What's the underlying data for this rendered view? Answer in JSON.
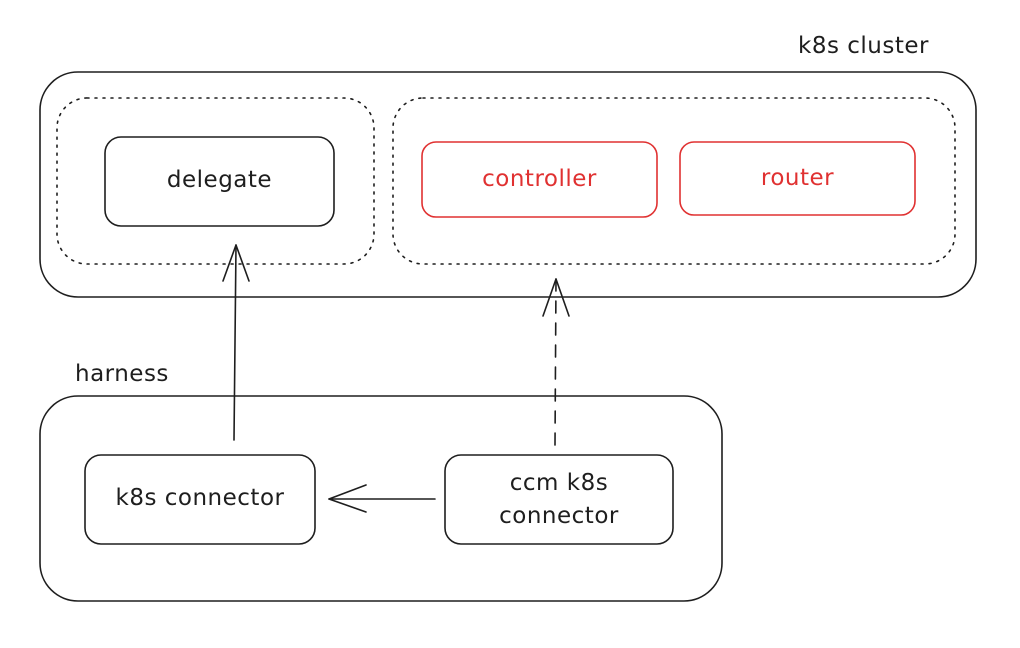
{
  "colors": {
    "stroke": "#1e1e1e",
    "accent": "#e03131",
    "background": "#ffffff"
  },
  "groups": {
    "k8s_cluster": {
      "label": "k8s cluster"
    },
    "harness": {
      "label": "harness"
    }
  },
  "nodes": {
    "delegate": {
      "label": "delegate"
    },
    "controller": {
      "label": "controller"
    },
    "router": {
      "label": "router"
    },
    "k8s_connector": {
      "label": "k8s connector"
    },
    "ccm_connector": {
      "line1": "ccm k8s",
      "line2": "connector"
    }
  },
  "edges": [
    {
      "from": "k8s connector",
      "to": "delegate",
      "style": "solid"
    },
    {
      "from": "ccm k8s connector",
      "to": "k8s cluster",
      "style": "dashed"
    },
    {
      "from": "ccm k8s connector",
      "to": "k8s connector",
      "style": "solid"
    }
  ]
}
